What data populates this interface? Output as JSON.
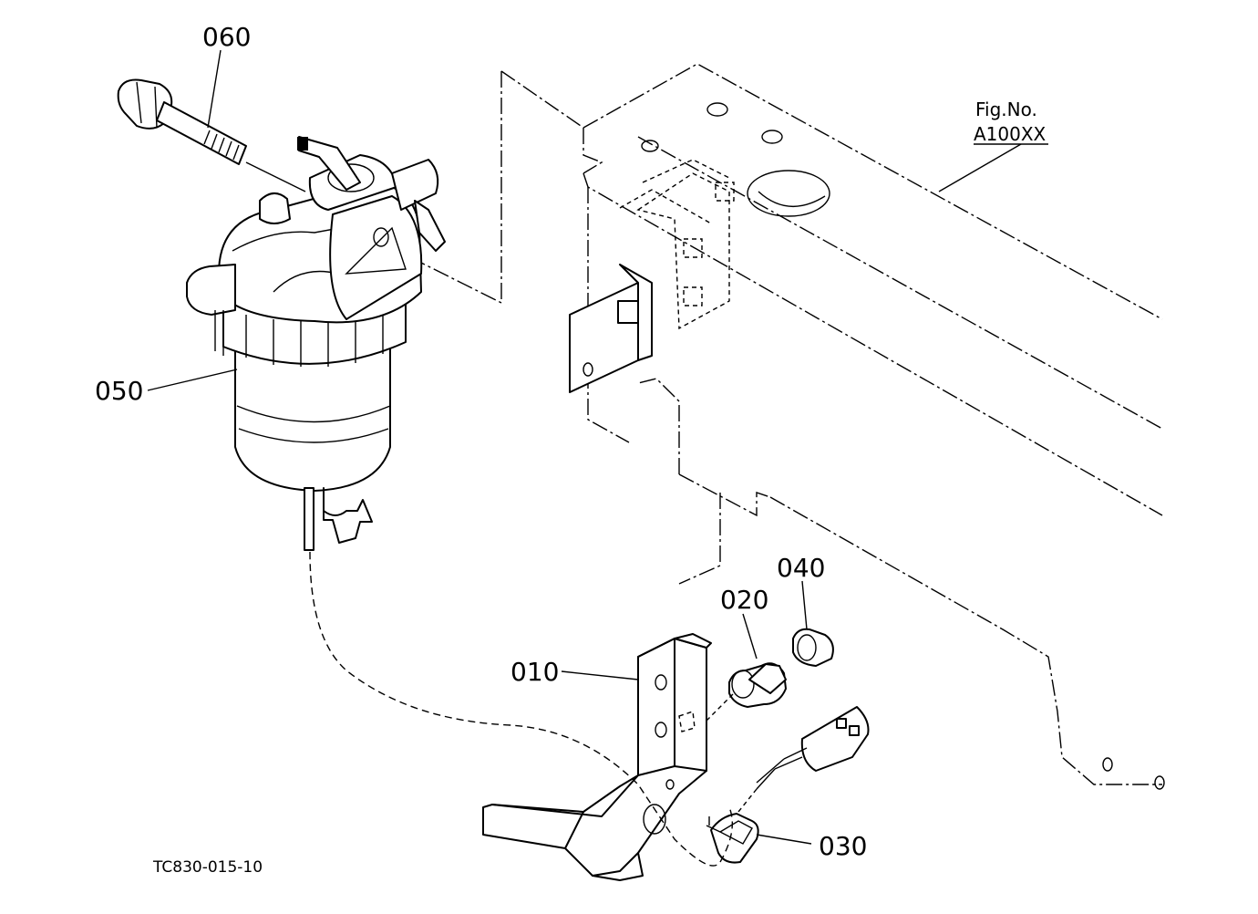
{
  "figure_ref": {
    "line1": "Fig.No.",
    "line2": "A100XX"
  },
  "callouts": [
    {
      "id": "060",
      "label": "060"
    },
    {
      "id": "050",
      "label": "050"
    },
    {
      "id": "040",
      "label": "040"
    },
    {
      "id": "020",
      "label": "020"
    },
    {
      "id": "010",
      "label": "010"
    },
    {
      "id": "030",
      "label": "030"
    }
  ],
  "drawing_code": "TC830-015-10"
}
